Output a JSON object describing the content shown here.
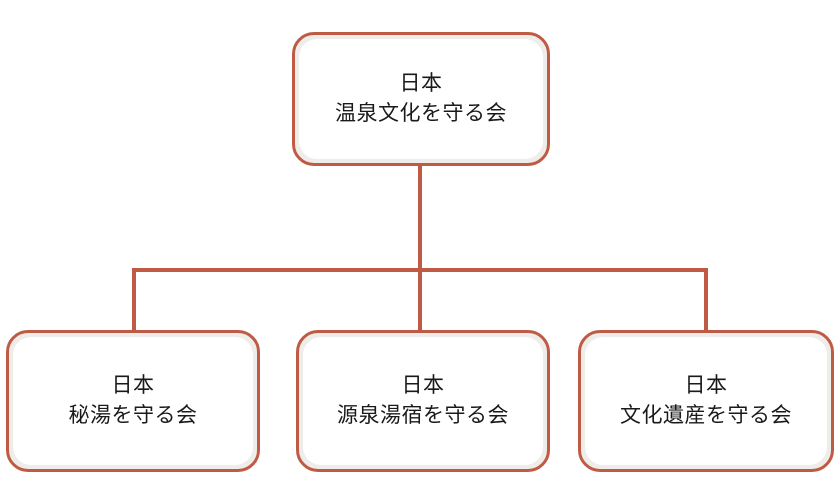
{
  "diagram": {
    "type": "organization-hierarchy-chart",
    "orientation": "top-down",
    "background_color": "#FFFFFF",
    "node_border_color": "#BF5B44",
    "node_inner_ring_color": "#EFEDE9",
    "node_fill_color": "#FFFFFF",
    "connector_color": "#BF5B44",
    "text_color": "#1A1A1A",
    "root": {
      "line1": "日本",
      "line2": "温泉文化を守る会"
    },
    "children": [
      {
        "line1": "日本",
        "line2": "秘湯を守る会"
      },
      {
        "line1": "日本",
        "line2": "源泉湯宿を守る会"
      },
      {
        "line1": "日本",
        "line2": "文化遺産を守る会"
      }
    ]
  }
}
